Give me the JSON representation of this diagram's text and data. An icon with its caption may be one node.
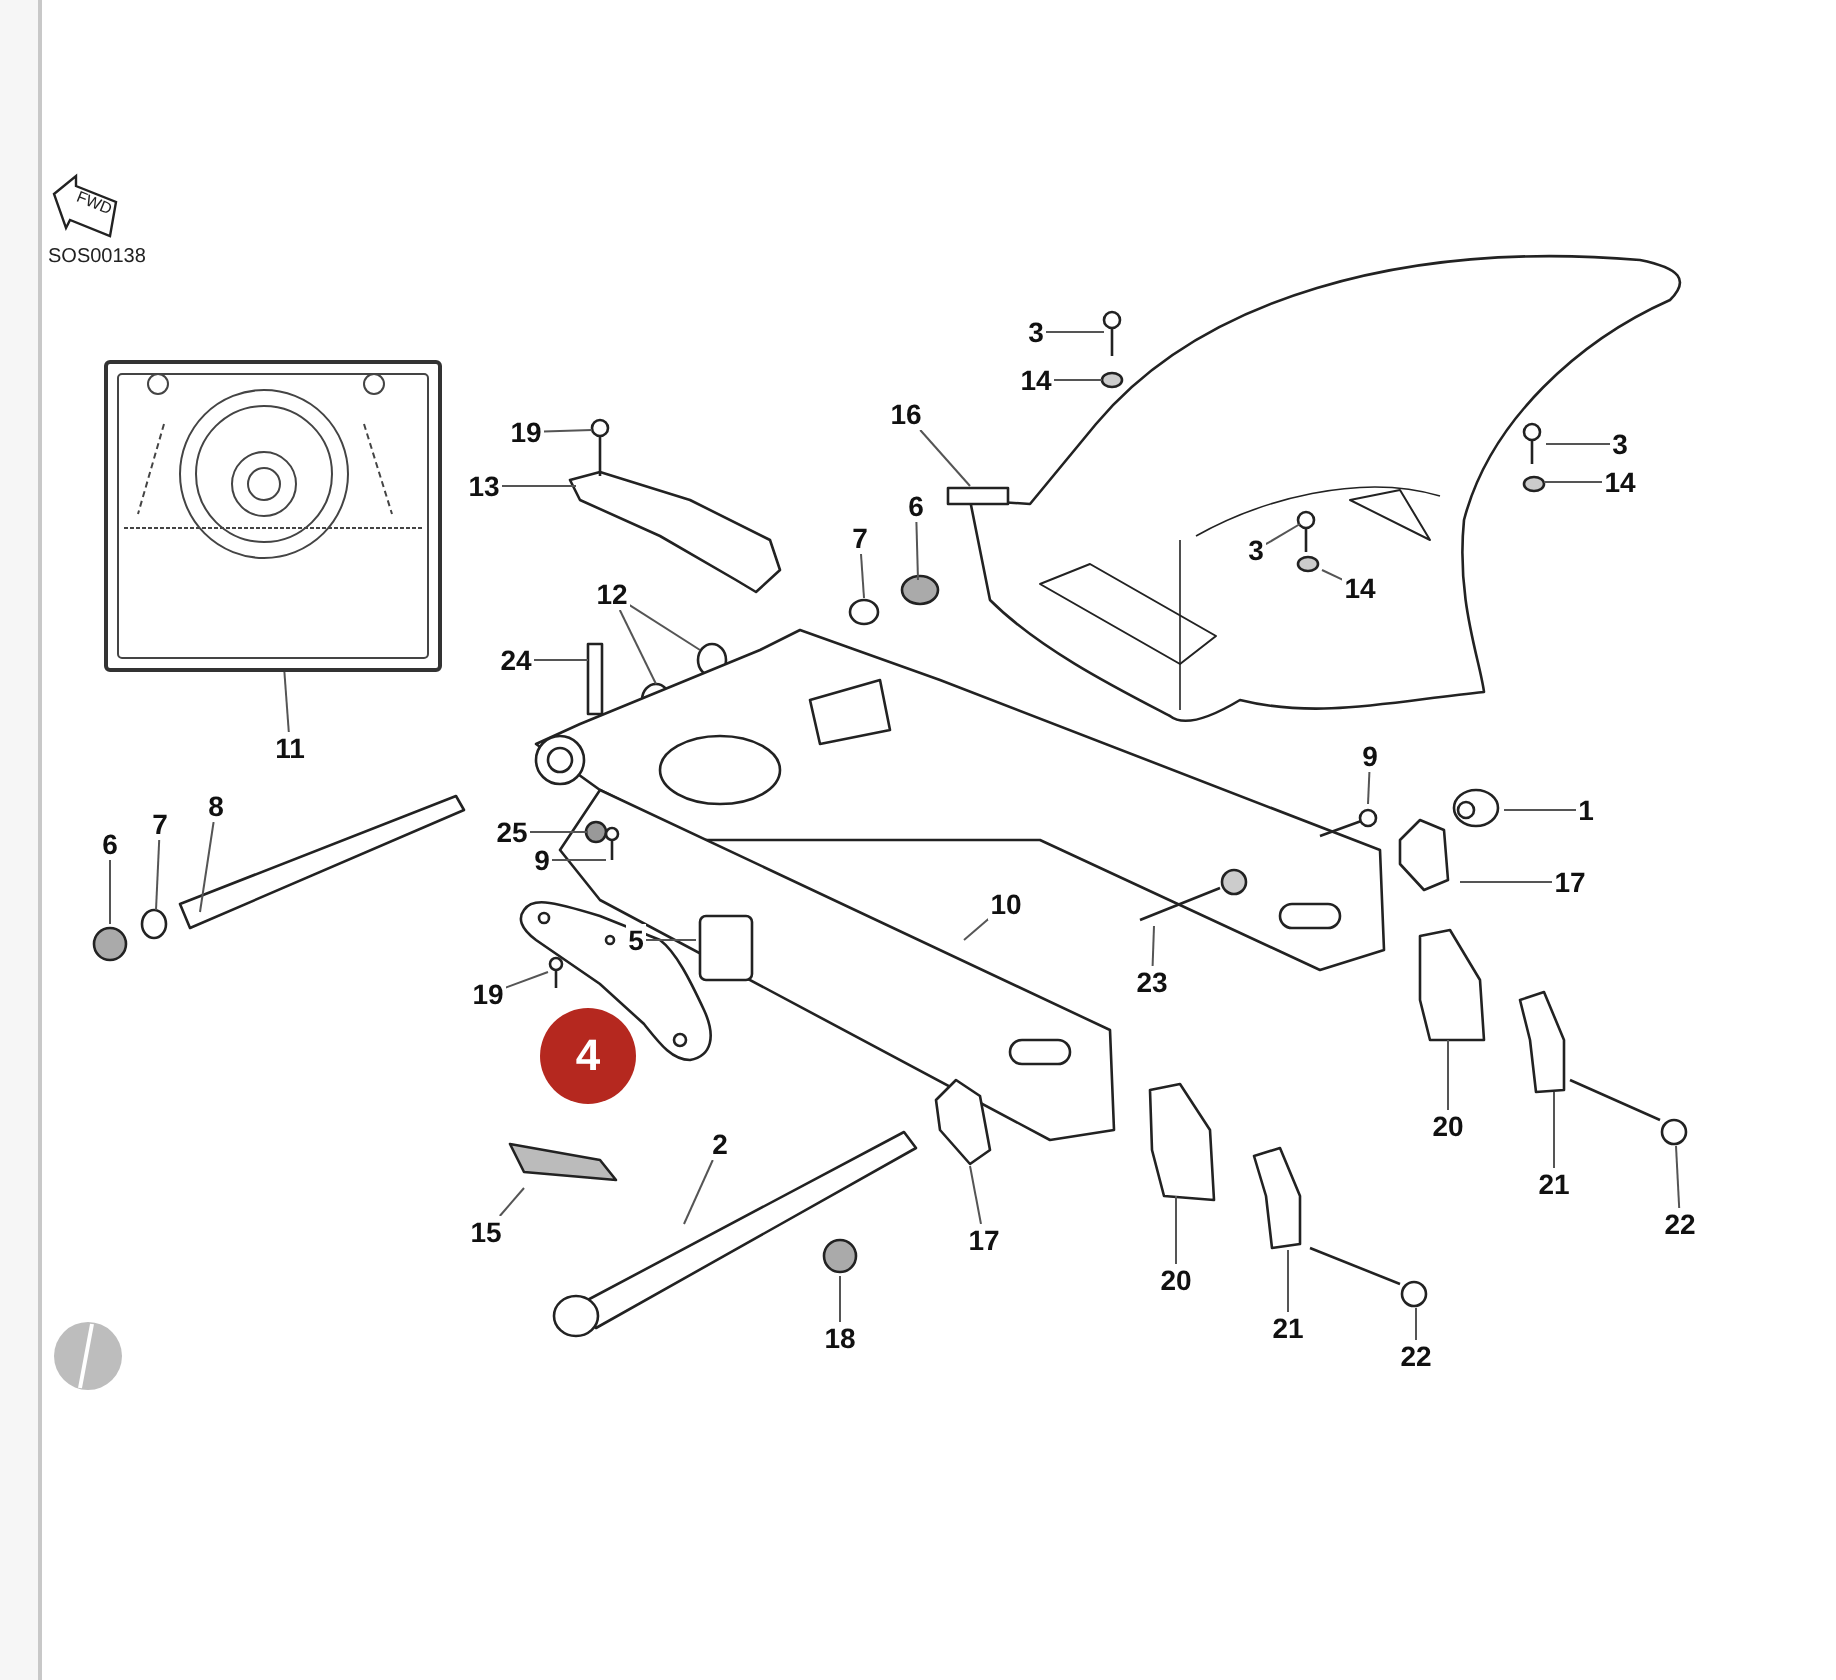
{
  "diagram": {
    "nodes": [
      {
        "text": [
          "3"
        ]
      },
      {
        "text": [
          "14"
        ]
      },
      {
        "text": [
          "3"
        ]
      },
      {
        "text": [
          "14"
        ]
      },
      {
        "text": [
          "19"
        ]
      },
      {
        "text": [
          "16"
        ]
      },
      {
        "text": [
          "13"
        ]
      },
      {
        "text": [
          "3"
        ]
      },
      {
        "text": [
          "14"
        ]
      },
      {
        "text": [
          "6"
        ]
      },
      {
        "text": [
          "7"
        ]
      },
      {
        "text": [
          "12"
        ]
      },
      {
        "text": [
          "24"
        ]
      },
      {
        "text": [
          "11"
        ]
      },
      {
        "text": [
          "9"
        ]
      },
      {
        "text": [
          "1"
        ]
      },
      {
        "text": [
          "6"
        ]
      },
      {
        "text": [
          "7"
        ]
      },
      {
        "text": [
          "8"
        ]
      },
      {
        "text": [
          "25"
        ]
      },
      {
        "text": [
          "9"
        ]
      },
      {
        "text": [
          "17"
        ]
      },
      {
        "text": [
          "10"
        ]
      },
      {
        "text": [
          "5"
        ]
      },
      {
        "text": [
          "23"
        ]
      },
      {
        "text": [
          "19"
        ]
      },
      {
        "text": [
          "4"
        ]
      },
      {
        "text": [
          "20"
        ]
      },
      {
        "text": [
          "21"
        ]
      },
      {
        "text": [
          "22"
        ]
      },
      {
        "text": [
          "2"
        ]
      },
      {
        "text": [
          "15"
        ]
      },
      {
        "text": [
          "17"
        ]
      },
      {
        "text": [
          "20"
        ]
      },
      {
        "text": [
          "18"
        ]
      },
      {
        "text": [
          "21"
        ]
      },
      {
        "text": [
          "22"
        ]
      },
      {
        "text": [],
        "shape": "picture"
      }
    ],
    "edges": [
      {
        "from": 0,
        "to": null,
        "arrow": "none"
      },
      {
        "from": 1,
        "to": null,
        "arrow": "none"
      },
      {
        "from": 2,
        "to": null,
        "arrow": "none"
      },
      {
        "from": 3,
        "to": null,
        "arrow": "none"
      },
      {
        "from": 4,
        "to": null,
        "arrow": "none"
      },
      {
        "from": 5,
        "to": null,
        "arrow": "none"
      },
      {
        "from": 6,
        "to": null,
        "arrow": "none"
      },
      {
        "from": 7,
        "to": null,
        "arrow": "none"
      },
      {
        "from": 8,
        "to": null,
        "arrow": "none"
      },
      {
        "from": 9,
        "to": null,
        "arrow": "none"
      },
      {
        "from": 10,
        "to": null,
        "arrow": "none"
      },
      {
        "from": 11,
        "to": null,
        "arrow": "none"
      },
      {
        "from": 11,
        "to": null,
        "arrow": "none"
      },
      {
        "from": 12,
        "to": null,
        "arrow": "none"
      },
      {
        "from": 13,
        "to": 37,
        "arrow": "none"
      },
      {
        "from": 14,
        "to": null,
        "arrow": "none"
      },
      {
        "from": 15,
        "to": null,
        "arrow": "none"
      },
      {
        "from": 16,
        "to": null,
        "arrow": "none"
      },
      {
        "from": 17,
        "to": null,
        "arrow": "none"
      },
      {
        "from": 18,
        "to": null,
        "arrow": "none"
      },
      {
        "from": 19,
        "to": null,
        "arrow": "none"
      },
      {
        "from": 20,
        "to": null,
        "arrow": "none"
      },
      {
        "from": 21,
        "to": null,
        "arrow": "none"
      },
      {
        "from": 22,
        "to": null,
        "arrow": "none"
      },
      {
        "from": 23,
        "to": null,
        "arrow": "none"
      },
      {
        "from": 24,
        "to": null,
        "arrow": "none"
      },
      {
        "from": 25,
        "to": null,
        "arrow": "none"
      },
      {
        "from": 27,
        "to": null,
        "arrow": "none"
      },
      {
        "from": 28,
        "to": null,
        "arrow": "none"
      },
      {
        "from": 29,
        "to": null,
        "arrow": "none"
      },
      {
        "from": 30,
        "to": null,
        "arrow": "none"
      },
      {
        "from": 31,
        "to": null,
        "arrow": "none"
      },
      {
        "from": 32,
        "to": null,
        "arrow": "none"
      },
      {
        "from": 33,
        "to": null,
        "arrow": "none"
      },
      {
        "from": 34,
        "to": null,
        "arrow": "none"
      },
      {
        "from": 35,
        "to": null,
        "arrow": "none"
      },
      {
        "from": 36,
        "to": null,
        "arrow": "none"
      }
    ],
    "labels": [
      "FWD",
      "SOS00138"
    ]
  }
}
